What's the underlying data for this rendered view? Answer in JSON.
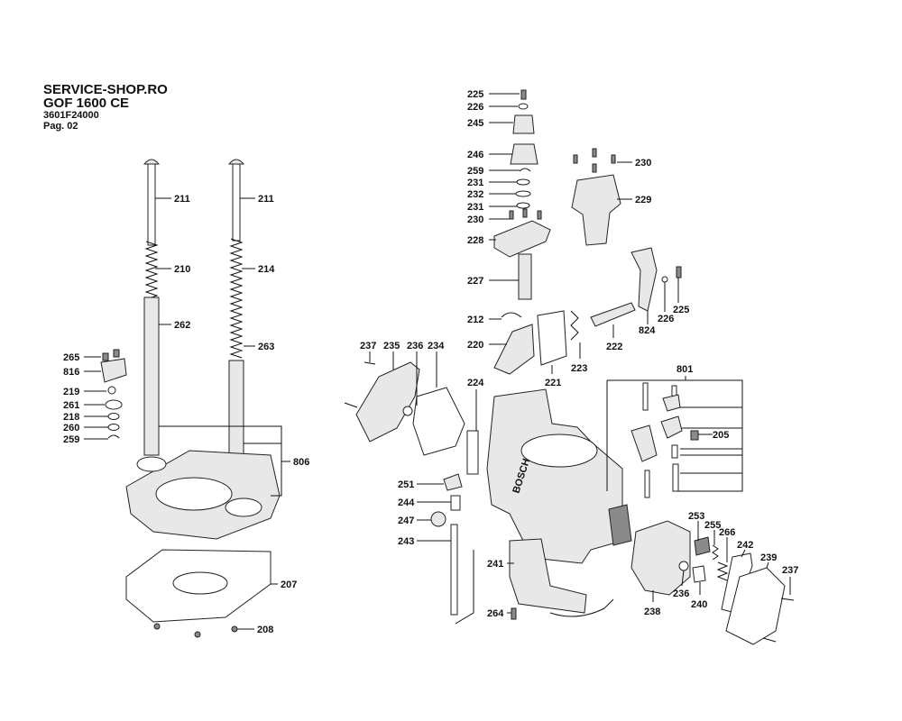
{
  "header": {
    "shop": "SERVICE-SHOP.RO",
    "model": "GOF 1600 CE",
    "code": "3601F24000",
    "page": "Pag. 02"
  },
  "callouts": {
    "c211a": "211",
    "c211b": "211",
    "c210": "210",
    "c214": "214",
    "c262": "262",
    "c263": "263",
    "c265": "265",
    "c816": "816",
    "c219": "219",
    "c261": "261",
    "c218": "218",
    "c260": "260",
    "c259a": "259",
    "c806": "806",
    "c207": "207",
    "c208": "208",
    "c225a": "225",
    "c226a": "226",
    "c245": "245",
    "c246": "246",
    "c259b": "259",
    "c231a": "231",
    "c232": "232",
    "c231b": "231",
    "c230a": "230",
    "c228": "228",
    "c227": "227",
    "c212": "212",
    "c220": "220",
    "c221": "221",
    "c223": "223",
    "c222": "222",
    "c230b": "230",
    "c229": "229",
    "c824": "824",
    "c226b": "226",
    "c225b": "225",
    "c237a": "237",
    "c235": "235",
    "c236a": "236",
    "c234": "234",
    "c224": "224",
    "c801": "801",
    "c205": "205",
    "c251": "251",
    "c244": "244",
    "c247": "247",
    "c243": "243",
    "c241": "241",
    "c264": "264",
    "c253": "253",
    "c255": "255",
    "c266": "266",
    "c242": "242",
    "c239": "239",
    "c237b": "237",
    "c236b": "236",
    "c240": "240",
    "c238": "238"
  },
  "brand_text": "BOSCH"
}
